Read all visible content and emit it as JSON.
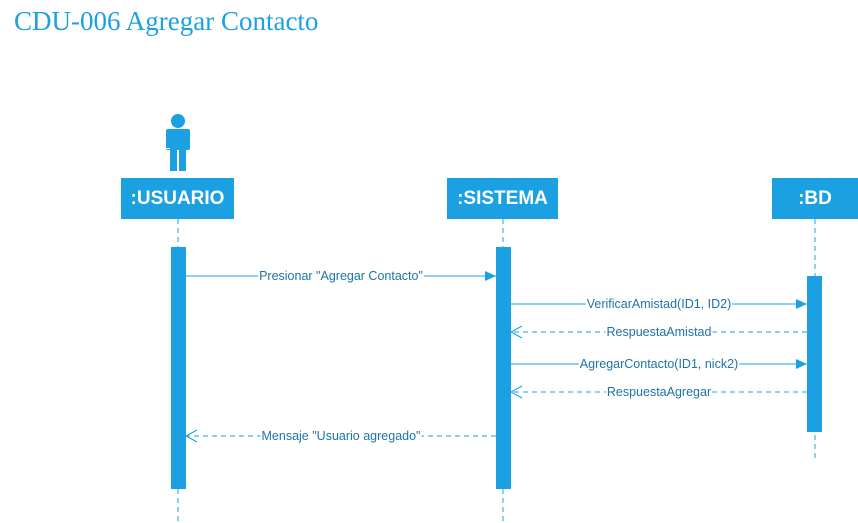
{
  "title": "CDU-006 Agregar Contacto",
  "colors": {
    "accent": "#1ba1e2",
    "label": "#1e73a8"
  },
  "actor": {
    "icon": "user-icon"
  },
  "lifelines": [
    {
      "id": "usuario",
      "label": ":USUARIO"
    },
    {
      "id": "sistema",
      "label": ":SISTEMA"
    },
    {
      "id": "bd",
      "label": ":BD"
    }
  ],
  "messages": [
    {
      "from": "usuario",
      "to": "sistema",
      "type": "call",
      "label": "Presionar \"Agregar Contacto\""
    },
    {
      "from": "sistema",
      "to": "bd",
      "type": "call",
      "label": "VerificarAmistad(ID1, ID2)"
    },
    {
      "from": "bd",
      "to": "sistema",
      "type": "return",
      "label": "RespuestaAmistad"
    },
    {
      "from": "sistema",
      "to": "bd",
      "type": "call",
      "label": "AgregarContacto(ID1, nick2)"
    },
    {
      "from": "bd",
      "to": "sistema",
      "type": "return",
      "label": "RespuestaAgregar"
    },
    {
      "from": "sistema",
      "to": "usuario",
      "type": "return",
      "label": "Mensaje \"Usuario agregado\""
    }
  ]
}
